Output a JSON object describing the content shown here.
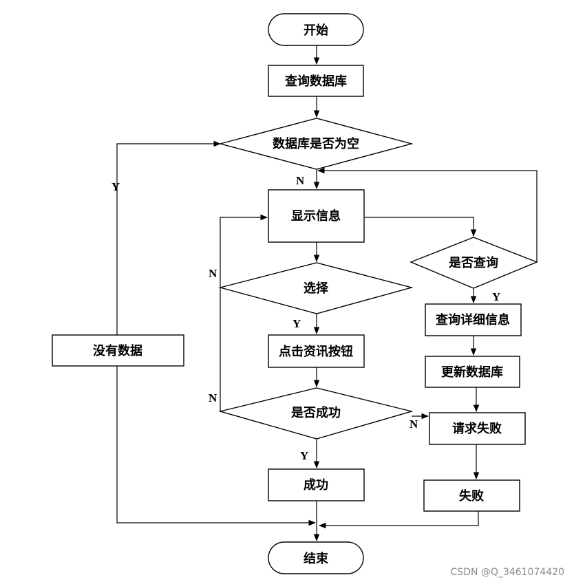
{
  "nodes": {
    "start": "开始",
    "query_db": "查询数据库",
    "db_empty": "数据库是否为空",
    "show_info": "显示信息",
    "select": "选择",
    "click_news": "点击资讯按钮",
    "is_success": "是否成功",
    "success": "成功",
    "no_data": "没有数据",
    "is_query": "是否查询",
    "query_detail": "查询详细信息",
    "update_db": "更新数据库",
    "request_fail": "请求失败",
    "fail": "失败",
    "end": "结束"
  },
  "edge_labels": {
    "empty_yes": "Y",
    "empty_no": "N",
    "select_no": "N",
    "select_yes": "Y",
    "success_no_left": "N",
    "success_yes": "Y",
    "success_no_right": "N",
    "query_yes": "Y"
  },
  "watermark": "CSDN @Q_3461074420"
}
